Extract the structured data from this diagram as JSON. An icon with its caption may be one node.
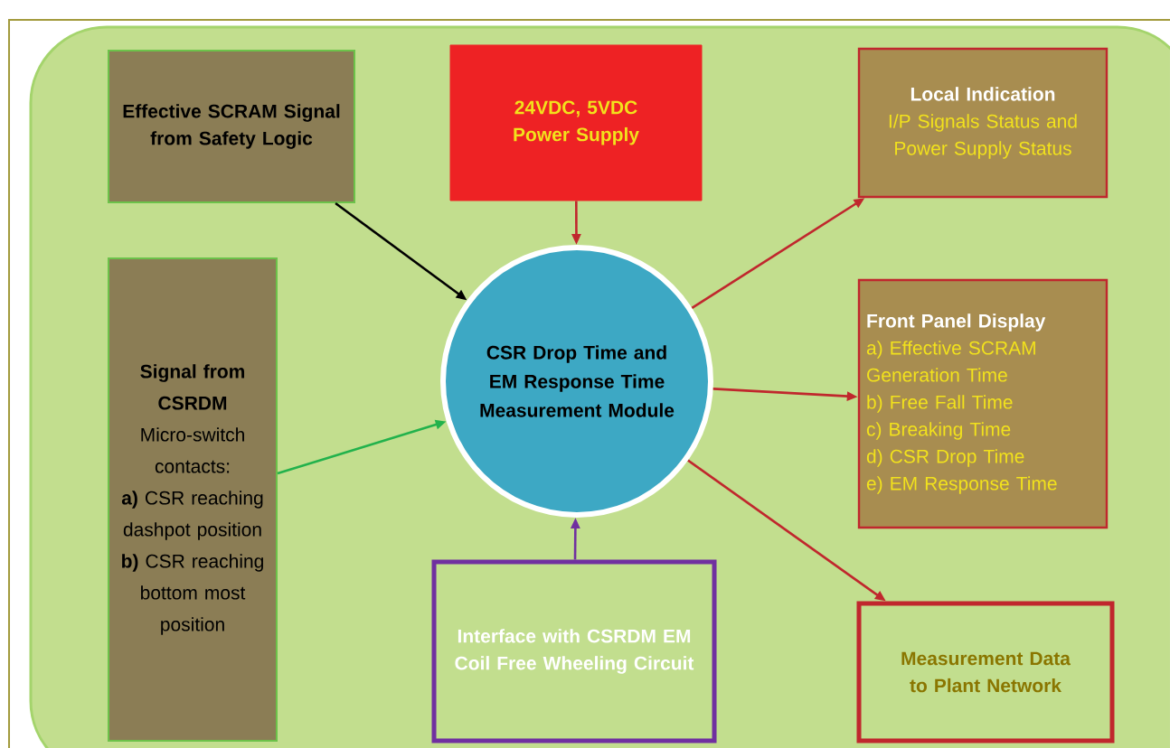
{
  "diagram": {
    "nodes": [
      {
        "text": [
          "Effective SCRAM Signal from Safety Logic"
        ]
      },
      {
        "text": [
          "24VDC, 5VDC Power Supply"
        ]
      },
      {
        "text": [
          "Local Indication",
          "I/P Signals Status and Power Supply Status"
        ]
      },
      {
        "text": [
          "Signal from CSRDM",
          "Micro-switch contacts:",
          "**a)** CSR reaching dashpot position",
          "**b)** CSR reaching bottom most position"
        ]
      },
      {
        "text": [
          "CSR Drop Time and EM Response Time Measurement Module"
        ]
      },
      {
        "text": [
          "Front Panel Display",
          "a) Effective SCRAM Generation Time",
          "b) Free Fall Time",
          "c) Breaking Time",
          "d) CSR Drop Time",
          "e) EM Response Time"
        ]
      },
      {
        "text": [
          "Interface with CSRDM EM Coil Free Wheeling Circuit"
        ]
      },
      {
        "text": [
          "Measurement Data to Plant Network"
        ]
      }
    ],
    "edges": [
      {
        "from": 0,
        "to": 4,
        "arrow": "to",
        "color": "#000000"
      },
      {
        "from": 1,
        "to": 4,
        "arrow": "to"
      },
      {
        "from": 4,
        "to": 2,
        "arrow": "to"
      },
      {
        "from": 3,
        "to": 4,
        "arrow": "to",
        "color": "#22b24c"
      },
      {
        "from": 4,
        "to": 5,
        "arrow": "to"
      },
      {
        "from": 6,
        "to": 4,
        "arrow": "to",
        "color": "#7030a0"
      },
      {
        "from": 4,
        "to": 7,
        "arrow": "to"
      }
    ]
  }
}
